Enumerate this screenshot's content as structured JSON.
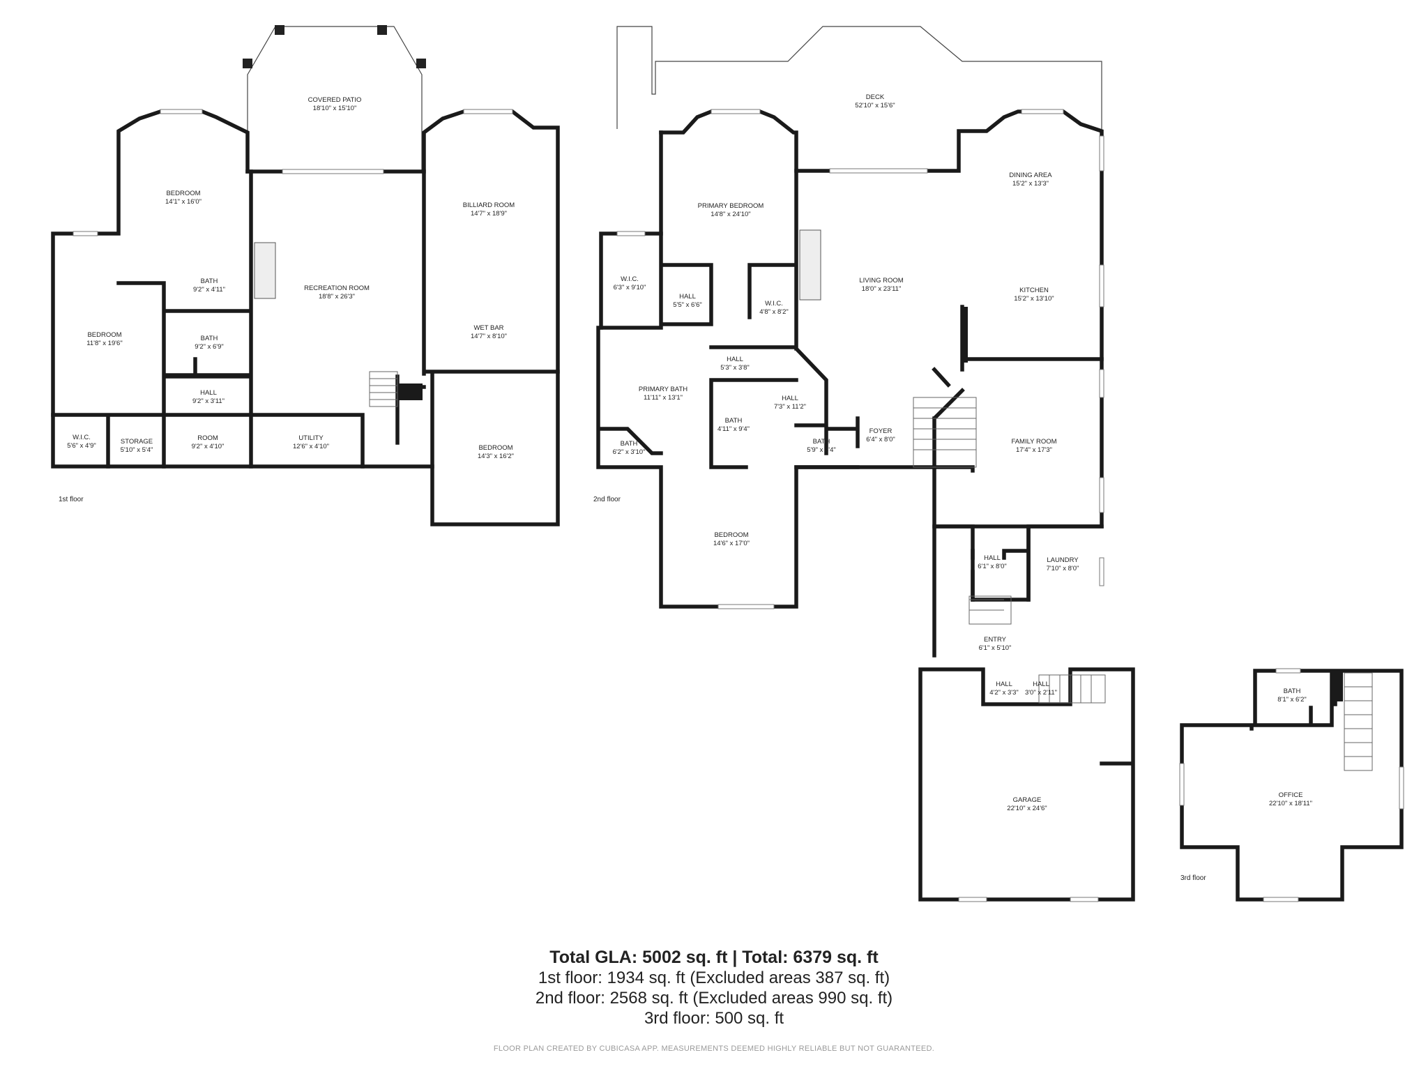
{
  "floors": {
    "first": {
      "label": "1st floor"
    },
    "second": {
      "label": "2nd floor"
    },
    "third": {
      "label": "3rd floor"
    }
  },
  "rooms": [
    {
      "name": "COVERED PATIO",
      "dims": "18'10\" x 15'10\""
    },
    {
      "name": "BEDROOM",
      "dims": "14'1\" x 16'0\""
    },
    {
      "name": "BILLIARD ROOM",
      "dims": "14'7\" x 18'9\""
    },
    {
      "name": "BATH",
      "dims": "9'2\" x 4'11\""
    },
    {
      "name": "RECREATION ROOM",
      "dims": "18'8\" x 26'3\""
    },
    {
      "name": "BEDROOM",
      "dims": "11'8\" x 19'6\""
    },
    {
      "name": "BATH",
      "dims": "9'2\" x 6'9\""
    },
    {
      "name": "WET BAR",
      "dims": "14'7\" x 8'10\""
    },
    {
      "name": "HALL",
      "dims": "9'2\" x 3'11\""
    },
    {
      "name": "W.I.C.",
      "dims": "5'6\" x 4'9\""
    },
    {
      "name": "STORAGE",
      "dims": "5'10\" x 5'4\""
    },
    {
      "name": "ROOM",
      "dims": "9'2\" x 4'10\""
    },
    {
      "name": "UTILITY",
      "dims": "12'6\" x 4'10\""
    },
    {
      "name": "BEDROOM",
      "dims": "14'3\" x 16'2\""
    },
    {
      "name": "DECK",
      "dims": "52'10\" x 15'6\""
    },
    {
      "name": "PRIMARY BEDROOM",
      "dims": "14'8\" x 24'10\""
    },
    {
      "name": "DINING AREA",
      "dims": "15'2\" x 13'3\""
    },
    {
      "name": "W.I.C.",
      "dims": "6'3\" x 9'10\""
    },
    {
      "name": "HALL",
      "dims": "5'5\" x 6'6\""
    },
    {
      "name": "W.I.C.",
      "dims": "4'8\" x 8'2\""
    },
    {
      "name": "LIVING ROOM",
      "dims": "18'0\" x 23'11\""
    },
    {
      "name": "KITCHEN",
      "dims": "15'2\" x 13'10\""
    },
    {
      "name": "HALL",
      "dims": "5'3\" x 3'8\""
    },
    {
      "name": "PRIMARY BATH",
      "dims": "11'11\" x 13'1\""
    },
    {
      "name": "HALL",
      "dims": "7'3\" x 11'2\""
    },
    {
      "name": "BATH",
      "dims": "4'11\" x 9'4\""
    },
    {
      "name": "FOYER",
      "dims": "6'4\" x 8'0\""
    },
    {
      "name": "BATH",
      "dims": "6'2\" x 3'10\""
    },
    {
      "name": "BATH",
      "dims": "5'9\" x 4'4\""
    },
    {
      "name": "FAMILY ROOM",
      "dims": "17'4\" x 17'3\""
    },
    {
      "name": "BEDROOM",
      "dims": "14'6\" x 17'0\""
    },
    {
      "name": "HALL",
      "dims": "6'1\" x 8'0\""
    },
    {
      "name": "LAUNDRY",
      "dims": "7'10\" x 8'0\""
    },
    {
      "name": "ENTRY",
      "dims": "6'1\" x 5'10\""
    },
    {
      "name": "HALL",
      "dims": "4'2\" x 3'3\""
    },
    {
      "name": "HALL",
      "dims": "3'0\" x 2'11\""
    },
    {
      "name": "BATH",
      "dims": "8'1\" x 6'2\""
    },
    {
      "name": "GARAGE",
      "dims": "22'10\" x 24'6\""
    },
    {
      "name": "OFFICE",
      "dims": "22'10\" x 18'11\""
    }
  ],
  "totals": {
    "headline": "Total GLA: 5002 sq. ft | Total: 6379 sq. ft",
    "lines": [
      "1st floor: 1934 sq. ft (Excluded areas 387 sq. ft)",
      "2nd floor: 2568 sq. ft (Excluded areas 990 sq. ft)",
      "3rd floor: 500 sq. ft"
    ]
  },
  "footer": "FLOOR PLAN CREATED BY CUBICASA APP. MEASUREMENTS DEEMED HIGHLY RELIABLE BUT NOT GUARANTEED.",
  "colors": {
    "wall": "#1a1a1a",
    "text": "#222222",
    "footer": "#9a9a9a",
    "background": "#ffffff"
  }
}
